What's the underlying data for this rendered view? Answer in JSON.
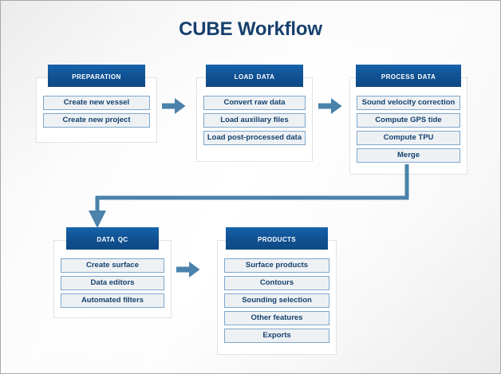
{
  "diagram": {
    "title": "CUBE Workflow",
    "accent_dark": "#0e4884",
    "accent_header": "#115395",
    "arrow_color": "#4a82ab",
    "item_border": "#7da7cb",
    "item_fill": "#eef1f4",
    "text_navy": "#14406e"
  },
  "stages": [
    {
      "id": "preparation",
      "header": "Preparation",
      "items": [
        "Create new vessel",
        "Create new project"
      ]
    },
    {
      "id": "load-data",
      "header": "Load Data",
      "items": [
        "Convert raw data",
        "Load auxiliary files",
        "Load post-processed data"
      ]
    },
    {
      "id": "process-data",
      "header": "Process Data",
      "items": [
        "Sound velocity correction",
        "Compute GPS tide",
        "Compute TPU",
        "Merge"
      ]
    },
    {
      "id": "data-qc",
      "header": "Data QC",
      "items": [
        "Create surface",
        "Data editors",
        "Automated filters"
      ]
    },
    {
      "id": "products",
      "header": "Products",
      "items": [
        "Surface products",
        "Contours",
        "Sounding selection",
        "Other features",
        "Exports"
      ]
    }
  ],
  "connectors": [
    {
      "id": "arrow-prep-load",
      "icon": "arrow-right-icon",
      "from": "preparation",
      "to": "load-data"
    },
    {
      "id": "arrow-load-proc",
      "icon": "arrow-right-icon",
      "from": "load-data",
      "to": "process-data"
    },
    {
      "id": "arrow-proc-qc",
      "icon": "elbow-arrow-down-icon",
      "from": "process-data",
      "to": "data-qc"
    },
    {
      "id": "arrow-qc-prod",
      "icon": "arrow-right-icon",
      "from": "data-qc",
      "to": "products"
    }
  ]
}
